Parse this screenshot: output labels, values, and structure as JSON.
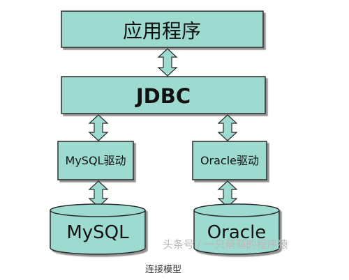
{
  "diagram": {
    "app_label": "应用程序",
    "jdbc_label": "JDBC",
    "mysql_driver_label": "MySQL驱动",
    "oracle_driver_label": "Oracle驱动",
    "mysql_db_label": "MySQL",
    "oracle_db_label": "Oracle",
    "watermark": "头条号 / 一只萌萌的程序猿",
    "caption": "连接模型",
    "colors": {
      "box_fill": "#9ddbd0",
      "box_stroke": "#2b2b2b",
      "arrow_fill": "#9ddbd0"
    }
  }
}
